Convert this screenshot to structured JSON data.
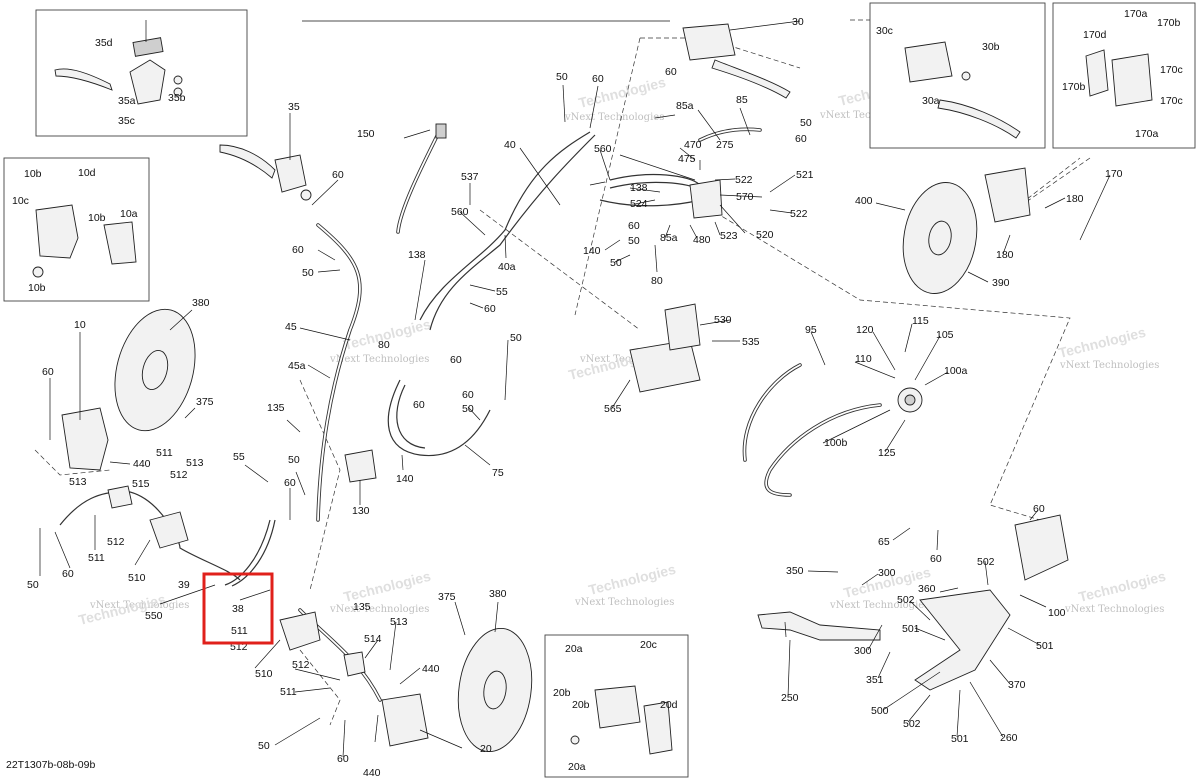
{
  "document": {
    "reference": "22T1307b-08b-09b",
    "watermark_line1": "vNext Technologies",
    "watermark_line2": "Technologies"
  },
  "callouts": {
    "p10": "10",
    "p10a": "10a",
    "p10b": "10b",
    "p10c": "10c",
    "p10d": "10d",
    "p20": "20",
    "p20a": "20a",
    "p20b": "20b",
    "p20c": "20c",
    "p20d": "20d",
    "p30": "30",
    "p30a": "30a",
    "p30b": "30b",
    "p30c": "30c",
    "p35": "35",
    "p35a": "35a",
    "p35b": "35b",
    "p35c": "35c",
    "p35d": "35d",
    "p38": "38",
    "p39": "39",
    "p40": "40",
    "p40a": "40a",
    "p45": "45",
    "p45a": "45a",
    "p50": "50",
    "p55": "55",
    "p60": "60",
    "p65": "65",
    "p75": "75",
    "p80": "80",
    "p85": "85",
    "p85a": "85a",
    "p95": "95",
    "p100": "100",
    "p100a": "100a",
    "p100b": "100b",
    "p105": "105",
    "p110": "110",
    "p115": "115",
    "p120": "120",
    "p125": "125",
    "p130": "130",
    "p135": "135",
    "p138": "138",
    "p140": "140",
    "p150": "150",
    "p170": "170",
    "p170a": "170a",
    "p170b": "170b",
    "p170c": "170c",
    "p170d": "170d",
    "p180": "180",
    "p250": "250",
    "p260": "260",
    "p275": "275",
    "p300": "300",
    "p350": "350",
    "p351": "351",
    "p360": "360",
    "p370": "370",
    "p375": "375",
    "p380": "380",
    "p390": "390",
    "p400": "400",
    "p440": "440",
    "p470": "470",
    "p475": "475",
    "p480": "480",
    "p500": "500",
    "p501": "501",
    "p502": "502",
    "p510": "510",
    "p511": "511",
    "p512": "512",
    "p513": "513",
    "p514": "514",
    "p515": "515",
    "p520": "520",
    "p521": "521",
    "p522": "522",
    "p523": "523",
    "p524": "524",
    "p530": "530",
    "p535": "535",
    "p537": "537",
    "p550": "550",
    "p560": "560",
    "p565": "565",
    "p570": "570"
  },
  "highlight": {
    "color": "#e0201b",
    "items": [
      "38",
      "511",
      "512"
    ]
  },
  "colors": {
    "line": "#111111",
    "leader": "#111111",
    "watermark": "#b9b9b9",
    "highlight": "#e0201b"
  }
}
